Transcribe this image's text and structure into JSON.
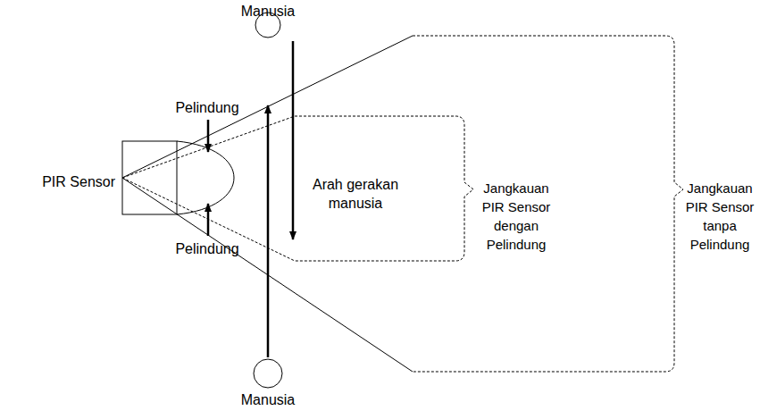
{
  "diagram": {
    "nodes": [
      {
        "text": [
          "Manusia"
        ]
      },
      {
        "text": [
          "PIR Sensor"
        ]
      },
      {
        "text": [
          "Manusia"
        ]
      }
    ],
    "labels": [
      "Pelindung",
      "Pelindung",
      "Arah gerakan manusia",
      "Jangkauan PIR Sensor dengan Pelindung",
      "Jangkauan PIR Sensor tanpa Pelindung"
    ]
  }
}
